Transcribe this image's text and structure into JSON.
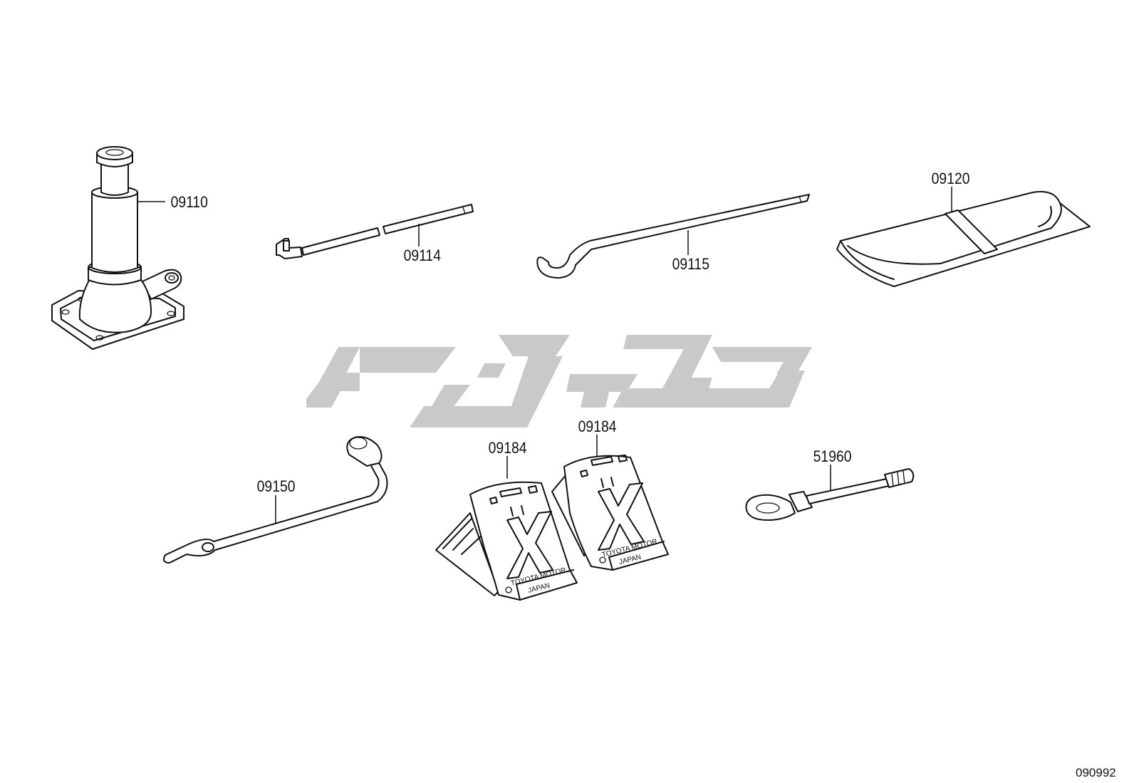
{
  "diagram_id": "090992",
  "watermark_colour": "#c9c9c9",
  "parts": [
    {
      "id": "jack",
      "label": "09110",
      "icon": "jack-icon"
    },
    {
      "id": "jack-handle",
      "label": "09114",
      "icon": "jack-handle-icon"
    },
    {
      "id": "wrench-bar",
      "label": "09115",
      "icon": "hook-wrench-icon"
    },
    {
      "id": "tool-bag",
      "label": "09120",
      "icon": "tool-bag-icon"
    },
    {
      "id": "lug-wrench",
      "label": "09150",
      "icon": "lug-wrench-icon"
    },
    {
      "id": "wheel-chock-1",
      "label": "09184",
      "icon": "wheel-chock-icon"
    },
    {
      "id": "wheel-chock-2",
      "label": "09184",
      "icon": "wheel-chock-icon"
    },
    {
      "id": "towing-eye",
      "label": "51960",
      "icon": "towing-eye-icon"
    }
  ],
  "chock_text": {
    "line1": "TOYOTA MOTOR",
    "line2": "JAPAN"
  }
}
